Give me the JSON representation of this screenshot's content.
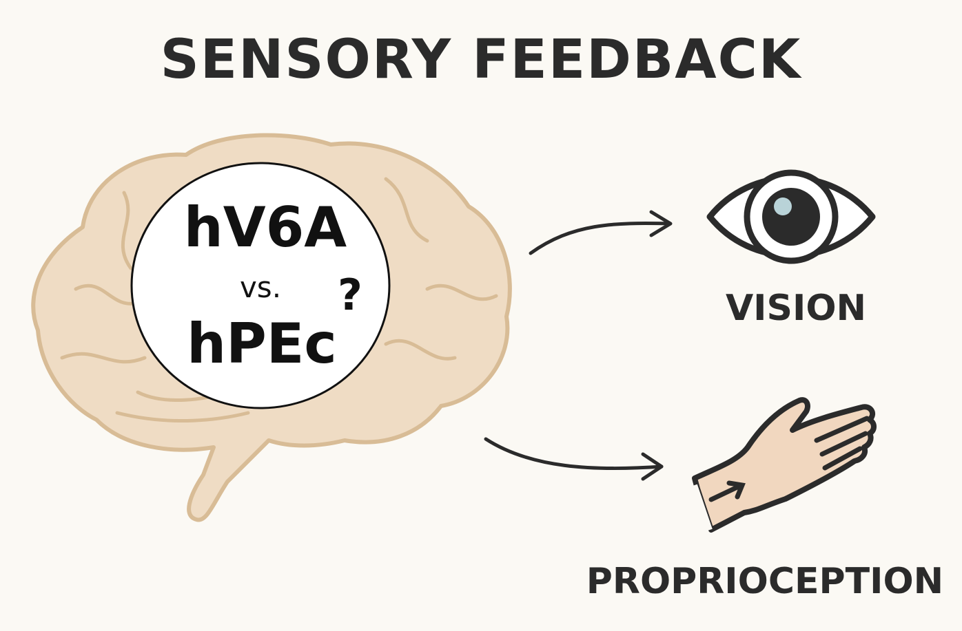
{
  "title": "SENSORY FEEDBACK",
  "center_circle": {
    "line1": "hV6A",
    "vs": "vs.",
    "line2": "hPEc",
    "question": "?"
  },
  "outputs": [
    {
      "label": "VISION",
      "icon": "eye-icon"
    },
    {
      "label": "PROPRIOCEPTION",
      "icon": "hand-icon"
    }
  ],
  "colors": {
    "background": "#fbf9f4",
    "brain_fill": "#efdcc4",
    "brain_stroke": "#d8bc96",
    "ink": "#2b2b2b",
    "skin": "#f1d7bf"
  }
}
